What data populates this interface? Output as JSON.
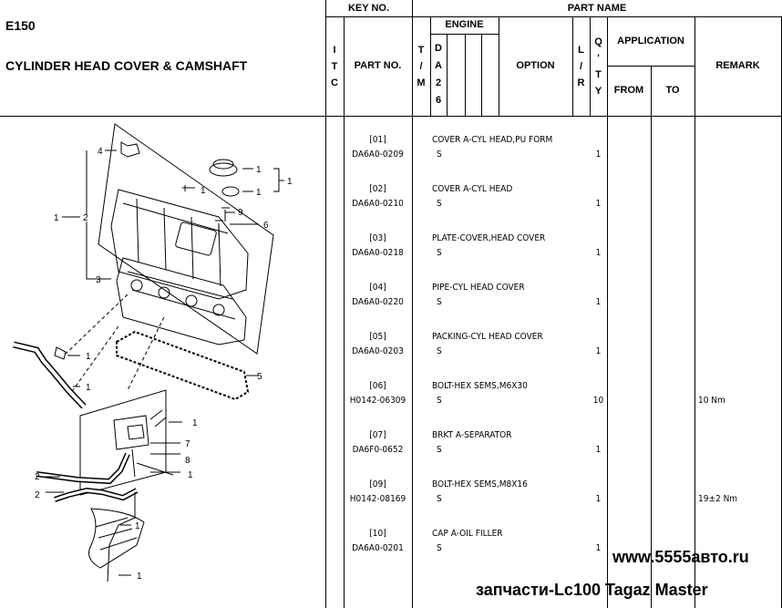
{
  "title": {
    "code": "E150",
    "name": "CYLINDER HEAD COVER & CAMSHAFT"
  },
  "headers": {
    "key_no": "KEY NO.",
    "part_name": "PART NAME",
    "itc": [
      "I",
      "T",
      "C"
    ],
    "part_no": "PART NO.",
    "tim": [
      "T",
      "/",
      "M"
    ],
    "engine": "ENGINE",
    "engine_col": [
      "D",
      "A",
      "2",
      "6"
    ],
    "option": "OPTION",
    "lr": [
      "L",
      "/",
      "R"
    ],
    "qty": [
      "Q",
      "'",
      "T",
      "Y"
    ],
    "application": "APPLICATION",
    "from": "FROM",
    "to": "TO",
    "remark": "REMARK"
  },
  "parts": [
    {
      "key": "[01]",
      "part_no": "DA6A0-0209",
      "name": "COVER A-CYL HEAD,PU FORM",
      "option": "S",
      "qty": "1",
      "remark": ""
    },
    {
      "key": "[02]",
      "part_no": "DA6A0-0210",
      "name": "COVER A-CYL HEAD",
      "option": "S",
      "qty": "1",
      "remark": ""
    },
    {
      "key": "[03]",
      "part_no": "DA6A0-0218",
      "name": "PLATE-COVER,HEAD COVER",
      "option": "S",
      "qty": "1",
      "remark": ""
    },
    {
      "key": "[04]",
      "part_no": "DA6A0-0220",
      "name": "PIPE-CYL HEAD COVER",
      "option": "S",
      "qty": "1",
      "remark": ""
    },
    {
      "key": "[05]",
      "part_no": "DA6A0-0203",
      "name": "PACKING-CYL HEAD COVER",
      "option": "S",
      "qty": "1",
      "remark": ""
    },
    {
      "key": "[06]",
      "part_no": "H0142-06309",
      "name": "BOLT-HEX SEMS,M6X30",
      "option": "S",
      "qty": "10",
      "remark": "10 Nm"
    },
    {
      "key": "[07]",
      "part_no": "DA6F0-0652",
      "name": "BRKT A-SEPARATOR",
      "option": "S",
      "qty": "1",
      "remark": ""
    },
    {
      "key": "[09]",
      "part_no": "H0142-08169",
      "name": "BOLT-HEX SEMS,M8X16",
      "option": "S",
      "qty": "1",
      "remark": "19±2 Nm"
    },
    {
      "key": "[10]",
      "part_no": "DA6A0-0201",
      "name": "CAP A-OIL FILLER",
      "option": "S",
      "qty": "1",
      "remark": ""
    }
  ],
  "diagram_labels": {
    "l4": "4",
    "l1a": "1",
    "l1b": "1",
    "l1c": "1",
    "l2": "2",
    "l1left": "1",
    "l9": "9",
    "l6": "6",
    "l3": "3",
    "l5": "5",
    "lhose1": "1",
    "lhose2": "1",
    "lsep1": "1",
    "lsep7": "7",
    "lsep8": "8",
    "lsep1b": "1",
    "lp2a": "2",
    "lp2b": "2",
    "lp1a": "1",
    "lp1b": "1",
    "l1bolt": "1"
  },
  "watermark": {
    "site": "www.5555авто.ru",
    "caption": "запчасти-Lc100 Tagaz Master"
  }
}
